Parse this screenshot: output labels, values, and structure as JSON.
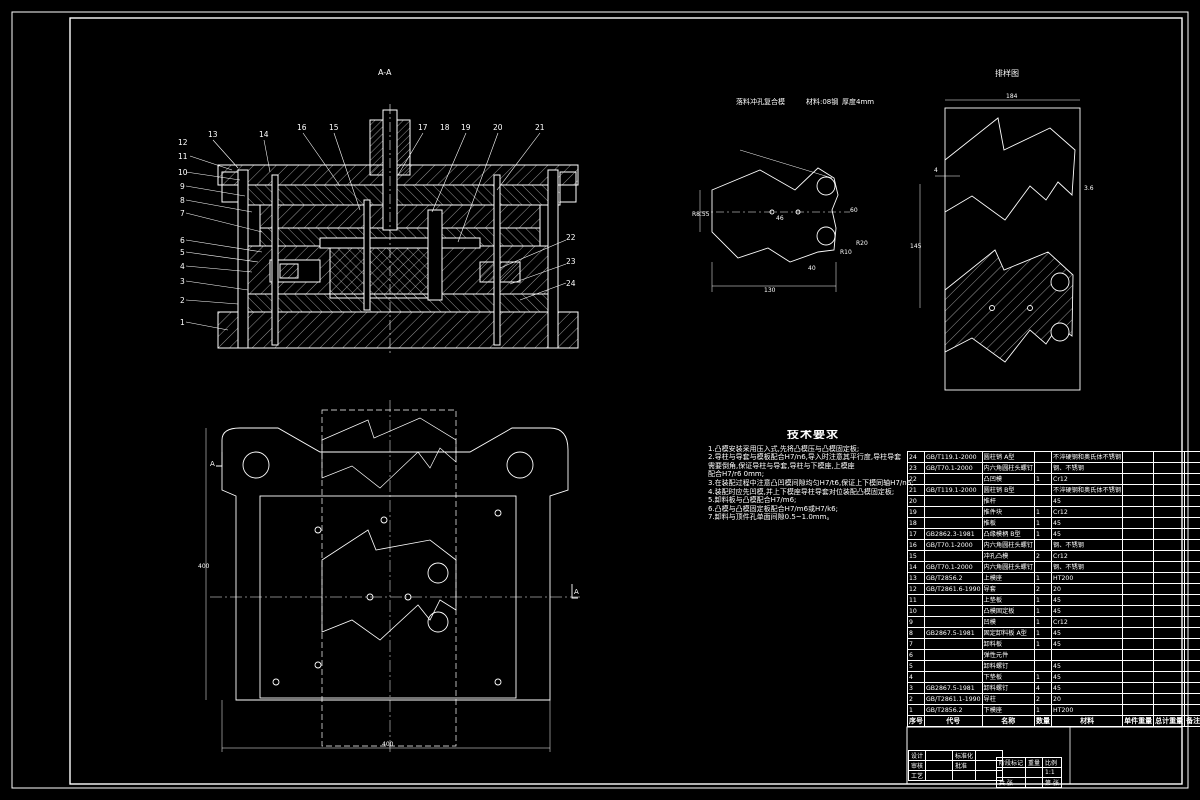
{
  "views": {
    "section_title": "A-A",
    "layout_title": "排样图",
    "part_title_main": "落料冲孔复合模",
    "part_title_material": "材料:08钢",
    "part_title_thickness": "厚度4mm"
  },
  "callouts": [
    "1",
    "2",
    "3",
    "4",
    "5",
    "6",
    "7",
    "8",
    "9",
    "10",
    "11",
    "12",
    "13",
    "14",
    "15",
    "16",
    "17",
    "18",
    "19",
    "20",
    "21",
    "22",
    "23",
    "24"
  ],
  "dimensions": {
    "plan_width": "400",
    "plan_height": "400",
    "part_width": "130",
    "part_height": "R8.55",
    "hole_dist_1": "40",
    "hole_dist_2": "46",
    "hole_dist_3": "60",
    "radius_1": "R10",
    "radius_2": "R20",
    "layout_width": "184",
    "layout_height": "145",
    "layout_gap": "4",
    "layout_step": "3.6"
  },
  "section_markers": {
    "left": "A",
    "right": "A"
  },
  "notes": {
    "title": "技术要求",
    "lines": [
      "1.凸模安装采用压入式,先将凸模压与凸模固定板;",
      "2.导柱与导套与模板配合H7/n6,导入时注意其平行度,导柱导套",
      "  需要倒角,保证导柱与导套,导柱与下模座,上模座",
      "  配合H7/r6 0mm;",
      "3.在装配过程中注意凸凹模间隙均匀H7/t6,保证上下模同轴H7/n6;",
      "4.装配时应先凹模,并上下模座导柱导套对位装配凸模固定板;",
      "5.卸料板与凸模配合H7/m6;",
      "6.凸模与凸模固定板配合H7/m6或H7/k6;",
      "7.卸料与顶件孔单面间隙0.5~1.0mm。"
    ]
  },
  "bom": {
    "rows": [
      [
        "24",
        "GB/T119.1-2000",
        "圆柱销 A型",
        "",
        "不淬硬钢和奥氏体不锈钢",
        "",
        "",
        ""
      ],
      [
        "23",
        "GB/T70.1-2000",
        "内六角圆柱头螺钉",
        "",
        "钢、不锈钢",
        "",
        "",
        ""
      ],
      [
        "22",
        "",
        "凸凹模",
        "1",
        "Cr12",
        "",
        "",
        ""
      ],
      [
        "21",
        "GB/T119.1-2000",
        "圆柱销 B型",
        "",
        "不淬硬钢和奥氏体不锈钢",
        "",
        "",
        ""
      ],
      [
        "20",
        "",
        "推杆",
        "",
        "45",
        "",
        "",
        ""
      ],
      [
        "19",
        "",
        "推件块",
        "1",
        "Cr12",
        "",
        "",
        ""
      ],
      [
        "18",
        "",
        "推板",
        "1",
        "45",
        "",
        "",
        ""
      ],
      [
        "17",
        "GB2862.3-1981",
        "凸缘模柄 B型",
        "1",
        "45",
        "",
        "",
        ""
      ],
      [
        "16",
        "GB/T70.1-2000",
        "内六角圆柱头螺钉",
        "",
        "钢、不锈钢",
        "",
        "",
        ""
      ],
      [
        "15",
        "",
        "冲孔凸模",
        "2",
        "Cr12",
        "",
        "",
        ""
      ],
      [
        "14",
        "GB/T70.1-2000",
        "内六角圆柱头螺钉",
        "",
        "钢、不锈钢",
        "",
        "",
        ""
      ],
      [
        "13",
        "GB/T2856.2",
        "上模座",
        "1",
        "HT200",
        "",
        "",
        ""
      ],
      [
        "12",
        "GB/T2861.6-1990",
        "导套",
        "2",
        "20",
        "",
        "",
        ""
      ],
      [
        "11",
        "",
        "上垫板",
        "1",
        "45",
        "",
        "",
        ""
      ],
      [
        "10",
        "",
        "凸模固定板",
        "1",
        "45",
        "",
        "",
        ""
      ],
      [
        "9",
        "",
        "凹模",
        "1",
        "Cr12",
        "",
        "",
        ""
      ],
      [
        "8",
        "GB2867.5-1981",
        "固定卸料板 A型",
        "1",
        "45",
        "",
        "",
        ""
      ],
      [
        "7",
        "",
        "卸料板",
        "1",
        "45",
        "",
        "",
        ""
      ],
      [
        "6",
        "",
        "弹性元件",
        "",
        "",
        "",
        "",
        ""
      ],
      [
        "5",
        "",
        "卸料螺钉",
        "",
        "45",
        "",
        "",
        ""
      ],
      [
        "4",
        "",
        "下垫板",
        "1",
        "45",
        "",
        "",
        ""
      ],
      [
        "3",
        "GB2867.5-1981",
        "卸料螺钉",
        "4",
        "45",
        "",
        "",
        ""
      ],
      [
        "2",
        "GB/T2861.1-1990",
        "导柱",
        "2",
        "20",
        "",
        "",
        ""
      ],
      [
        "1",
        "GB/T2856.2",
        "下模座",
        "1",
        "HT200",
        "",
        "",
        ""
      ]
    ],
    "headers": [
      "序号",
      "代号",
      "名称",
      "数量",
      "材料",
      "单件重量",
      "总计重量",
      "备注"
    ]
  },
  "title_block": {
    "designer": "设计",
    "checker": "审核",
    "process": "工艺",
    "standard": "标准化",
    "approve": "批准",
    "stage": "阶段标记",
    "weight": "重量",
    "scale": "比例",
    "scale_value": "1:1",
    "sheet": "共 张",
    "sheet_no": "第 张"
  }
}
